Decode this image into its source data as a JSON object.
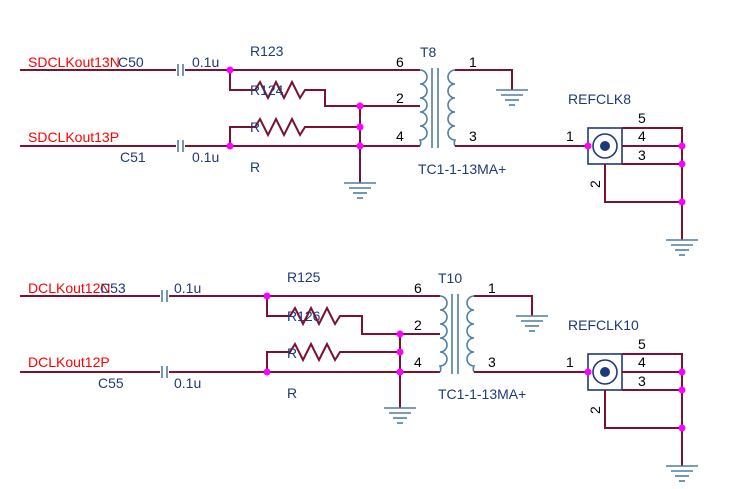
{
  "top": {
    "net_n": "SDCLKout13N",
    "net_p": "SDCLKout13P",
    "cap_n_ref": "C50",
    "cap_p_ref": "C51",
    "cap_n_val": "0.1u",
    "cap_p_val": "0.1u",
    "res1_ref": "R123",
    "res2_ref": "R124",
    "res2_val": "R",
    "res1_val": "R",
    "xfmr_ref": "T8",
    "xfmr_part": "TC1-1-13MA+",
    "pin6": "6",
    "pin2": "2",
    "pin4": "4",
    "pin1": "1",
    "pin3": "3",
    "conn_ref": "REFCLK8",
    "cpin1": "1",
    "cpin5": "5",
    "cpin4": "4",
    "cpin3": "3",
    "cpin2": "2"
  },
  "bottom": {
    "net_n": "DCLKout12N",
    "net_p": "DCLKout12P",
    "cap_n_ref": "C53",
    "cap_p_ref": "C55",
    "cap_n_val": "0.1u",
    "cap_p_val": "0.1u",
    "res1_ref": "R125",
    "res2_ref": "R126",
    "res2_val": "R",
    "res1_val": "R",
    "xfmr_ref": "T10",
    "xfmr_part": "TC1-1-13MA+",
    "pin6": "6",
    "pin2": "2",
    "pin4": "4",
    "pin1": "1",
    "pin3": "3",
    "conn_ref": "REFCLK10",
    "cpin1": "1",
    "cpin5": "5",
    "cpin4": "4",
    "cpin3": "3",
    "cpin2": "2"
  }
}
